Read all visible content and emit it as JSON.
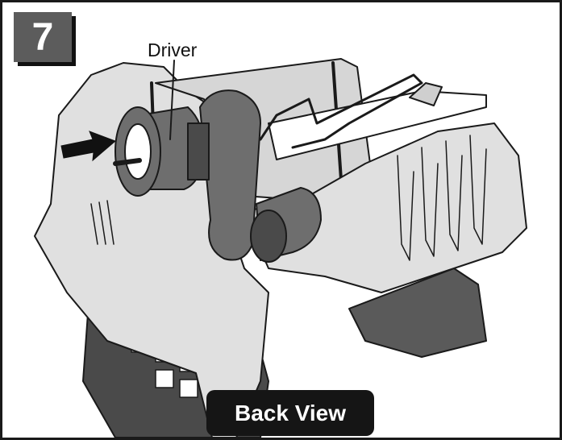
{
  "step": {
    "number": "7"
  },
  "callout": {
    "label": "Driver"
  },
  "view": {
    "label": "Back View"
  },
  "colors": {
    "border": "#1a1a1a",
    "badge": "#5c5c5c",
    "badge_shadow": "#111111",
    "body_light": "#e0e0e0",
    "body_mid": "#cfcfcf",
    "part_dark": "#6e6e6e",
    "part_darker": "#4a4a4a",
    "outline": "#1a1a1a"
  },
  "icons": [
    "arrow-right-icon"
  ]
}
